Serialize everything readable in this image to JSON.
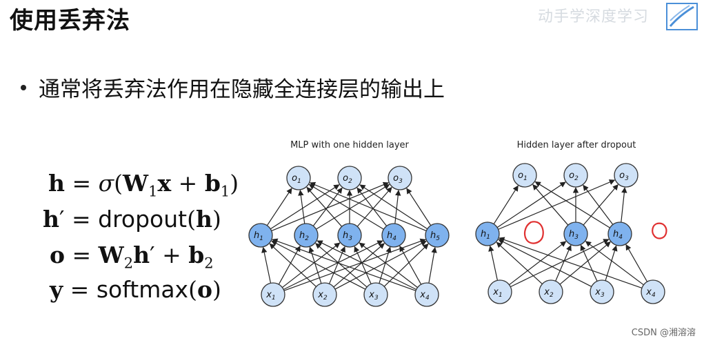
{
  "slide": {
    "title": "使用丢弃法",
    "bullet": "通常将丢弃法作用在隐藏全连接层的输出上",
    "watermark": "动手学深度学习",
    "footer": "CSDN @湘溶溶"
  },
  "equations": [
    {
      "lhs": "h",
      "rhs_text": "= σ(W₁x + b₁)"
    },
    {
      "lhs": "h′",
      "rhs_text": "= dropout(h)"
    },
    {
      "lhs": "o",
      "rhs_text": "= W₂h′ + b₂"
    },
    {
      "lhs": "y",
      "rhs_text": "= softmax(o)"
    }
  ],
  "diagrams": {
    "left": {
      "caption": "MLP with one hidden layer",
      "inputs": [
        "x1",
        "x2",
        "x3",
        "x4"
      ],
      "hidden": [
        "h1",
        "h2",
        "h3",
        "h4",
        "h5"
      ],
      "outputs": [
        "o1",
        "o2",
        "o3"
      ],
      "kept_hidden": [
        0,
        1,
        2,
        3,
        4
      ]
    },
    "right": {
      "caption": "Hidden layer after dropout",
      "inputs": [
        "x1",
        "x2",
        "x3",
        "x4"
      ],
      "hidden": [
        "h1",
        "h3",
        "h4"
      ],
      "outputs": [
        "o1",
        "o2",
        "o3"
      ],
      "kept_hidden": [
        0,
        2,
        3
      ]
    }
  },
  "colors": {
    "input_output_fill": "#cfe2f7",
    "hidden_fill": "#7fb2ee",
    "node_stroke": "#333333",
    "annotation": "#e03030"
  }
}
